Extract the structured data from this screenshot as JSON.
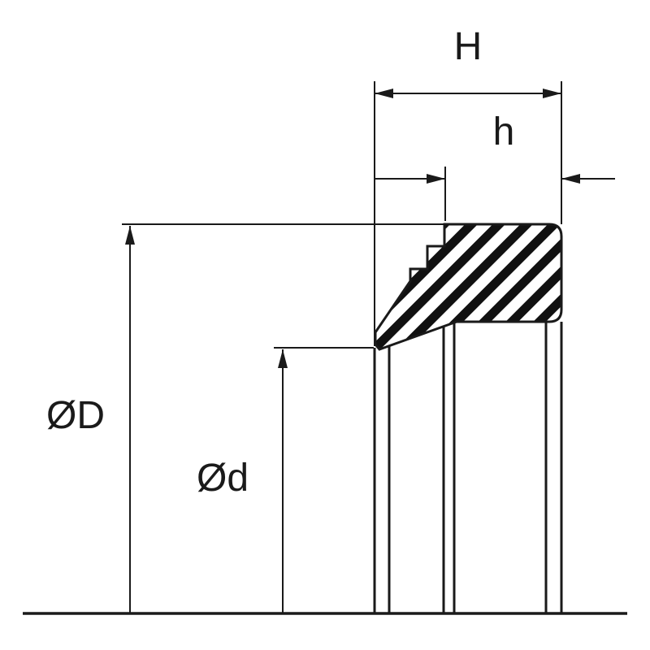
{
  "diagram": {
    "name": "seal-cross-section",
    "description": "Technical cross-section drawing of a rod wiper seal with dimension callouts",
    "colors": {
      "line": "#1a1a1a",
      "hatch": "#111111",
      "background": "#ffffff"
    },
    "dimensions": {
      "total_width_label": "H",
      "body_width_label": "h",
      "outer_diameter_label": "ØD",
      "inner_diameter_label": "Ød"
    }
  }
}
